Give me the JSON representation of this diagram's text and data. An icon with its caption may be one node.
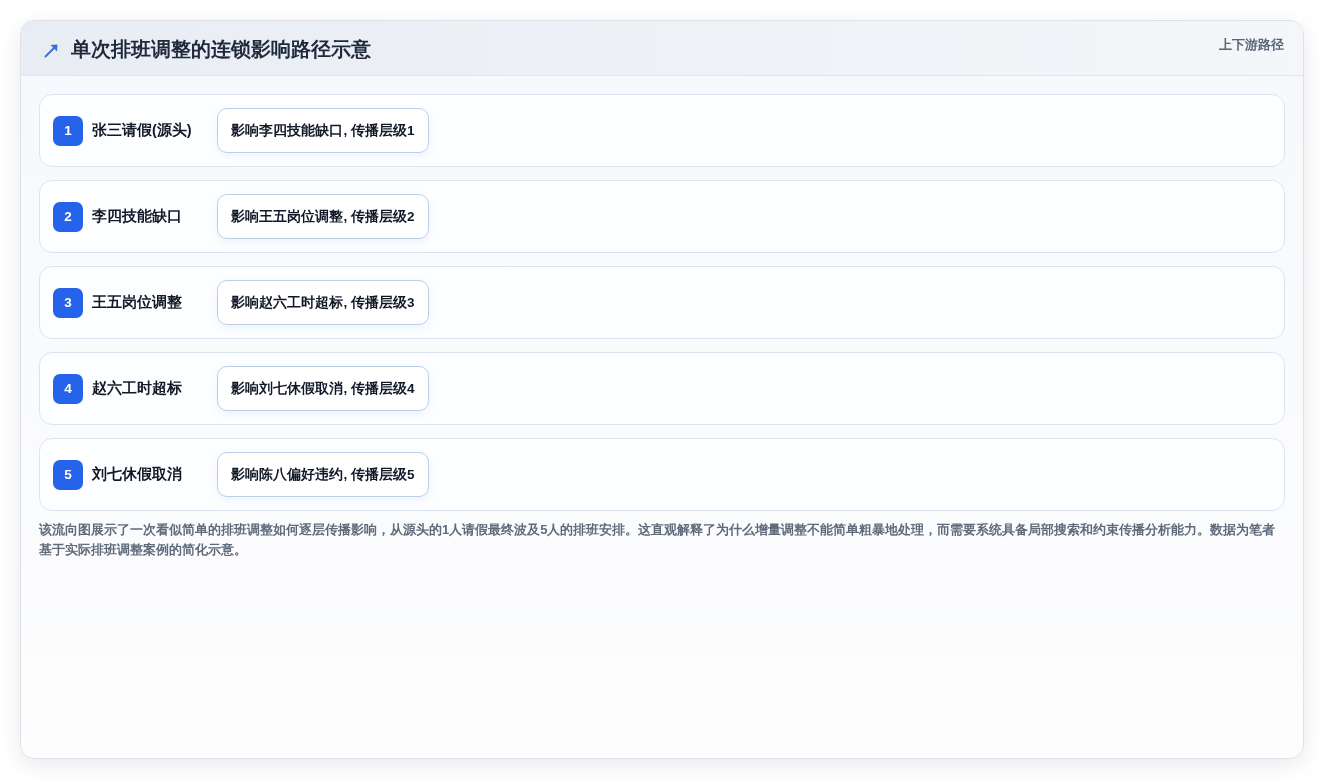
{
  "diagram": {
    "title": "单次排班调整的连锁影响路径示意",
    "nodes": [
      {
        "text": [
          "张三请假(源头)"
        ]
      },
      {
        "text": [
          "1"
        ],
        "in": 0
      },
      {
        "text": [
          "影响李四技能缺口, 传播层级1"
        ],
        "in": 0
      },
      {
        "text": [
          "李四技能缺口"
        ]
      },
      {
        "text": [
          "2"
        ],
        "in": 3
      },
      {
        "text": [
          "影响王五岗位调整, 传播层级2"
        ],
        "in": 3
      },
      {
        "text": [
          "王五岗位调整"
        ]
      },
      {
        "text": [
          "3"
        ],
        "in": 6
      },
      {
        "text": [
          "影响赵六工时超标, 传播层级3"
        ],
        "in": 6
      },
      {
        "text": [
          "赵六工时超标"
        ]
      },
      {
        "text": [
          "4"
        ],
        "in": 9
      },
      {
        "text": [
          "影响刘七休假取消, 传播层级4"
        ],
        "in": 9
      },
      {
        "text": [
          "刘七休假取消"
        ]
      },
      {
        "text": [
          "5"
        ],
        "in": 12
      },
      {
        "text": [
          "影响陈八偏好违约, 传播层级5"
        ],
        "in": 12
      }
    ],
    "labels": [
      "上下游路径"
    ],
    "caption": "该流向图展示了一次看似简单的排班调整如何逐层传播影响，从源头的1人请假最终波及5人的排班安排。这直观解释了为什么增量调整不能简单粗暴地处理，而需要系统具备局部搜索和约束传播分析能力。数据为笔者基于实际排班调整案例的简化示意。"
  }
}
